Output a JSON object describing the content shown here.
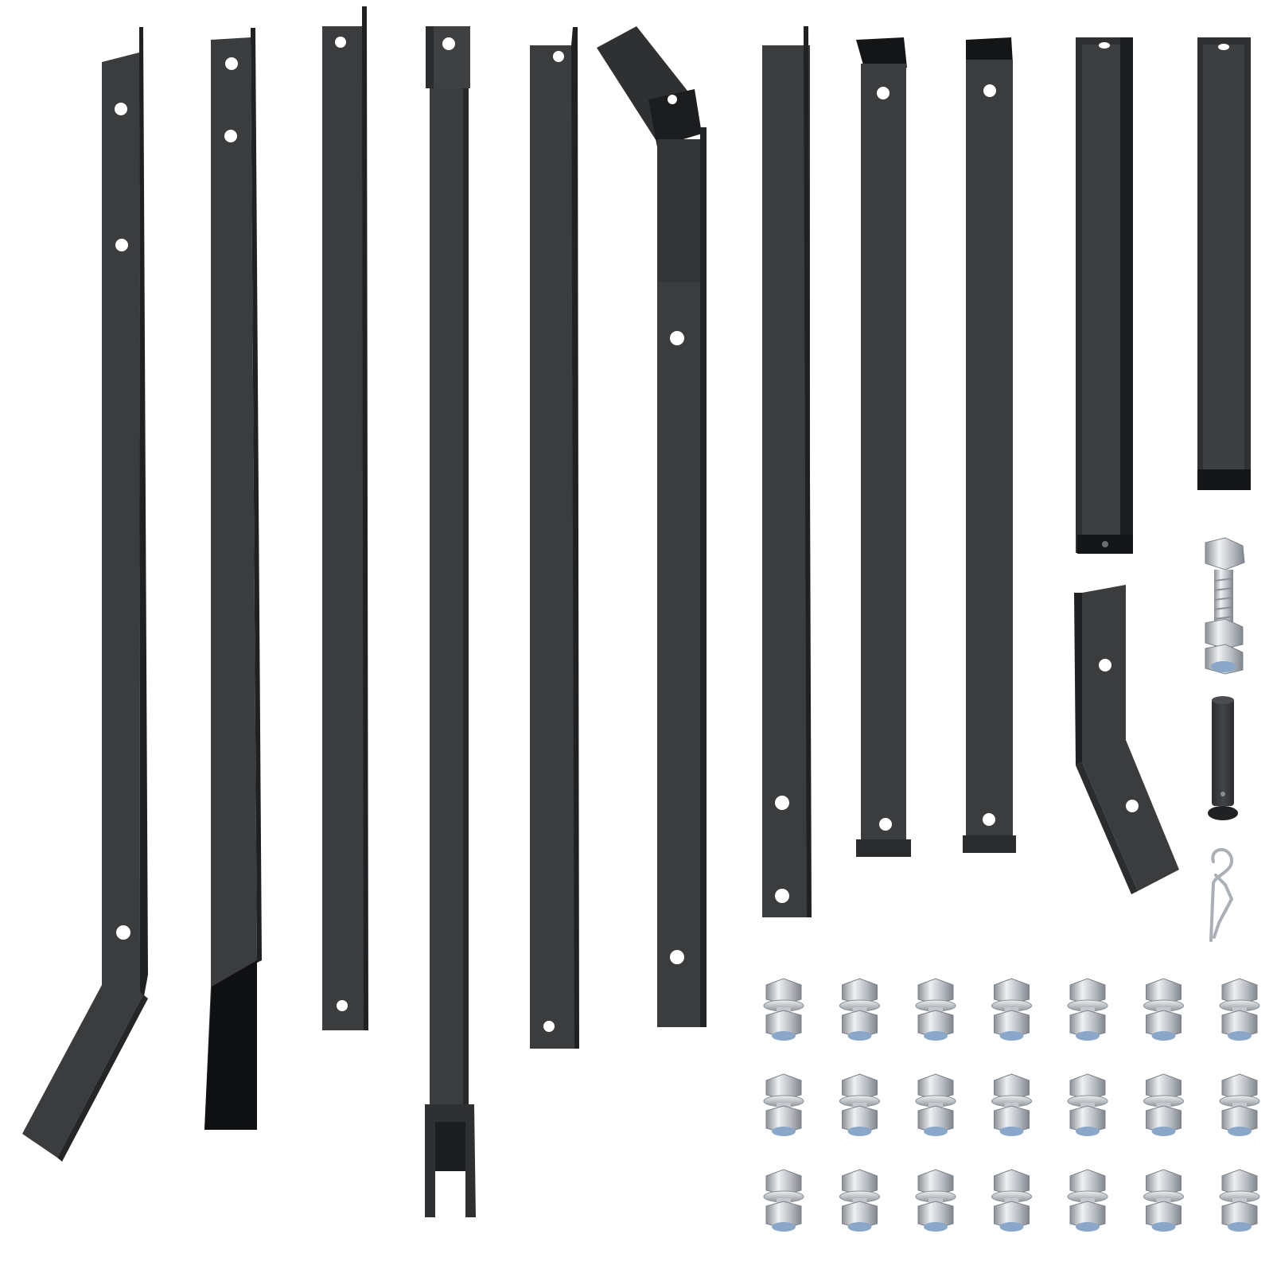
{
  "colors": {
    "background": "#ffffff",
    "steel_face": "#3b3d3f",
    "steel_edge": "#202224",
    "steel_dark": "#141516",
    "zinc_light": "#e3e6ea",
    "zinc_mid": "#b4b9bf",
    "zinc_dark": "#7d838a",
    "nylon_blue": "#8aa6c8",
    "hole": "#ffffff"
  },
  "parts": {
    "bars": [
      {
        "id": "bent-side-bar-left",
        "kind": "bent"
      },
      {
        "id": "side-bar-with-foot",
        "kind": "footed"
      },
      {
        "id": "plain-bar-1",
        "kind": "plain"
      },
      {
        "id": "center-bar-with-clevis",
        "kind": "clevis"
      },
      {
        "id": "plain-bar-2",
        "kind": "plain"
      },
      {
        "id": "bent-top-bar-right",
        "kind": "bent-top"
      },
      {
        "id": "medium-bar",
        "kind": "plain"
      },
      {
        "id": "short-bar-1",
        "kind": "short"
      },
      {
        "id": "short-bar-2",
        "kind": "short"
      },
      {
        "id": "channel-bar-1",
        "kind": "channel"
      },
      {
        "id": "channel-bar-2",
        "kind": "channel"
      },
      {
        "id": "small-bent-bracket",
        "kind": "bracket"
      }
    ],
    "hardware": {
      "hitch_bolt_count": 1,
      "hitch_pin_count": 1,
      "hairpin_clip_count": 1,
      "nut_bolt_sets": {
        "rows": 3,
        "columns": 7
      }
    }
  }
}
